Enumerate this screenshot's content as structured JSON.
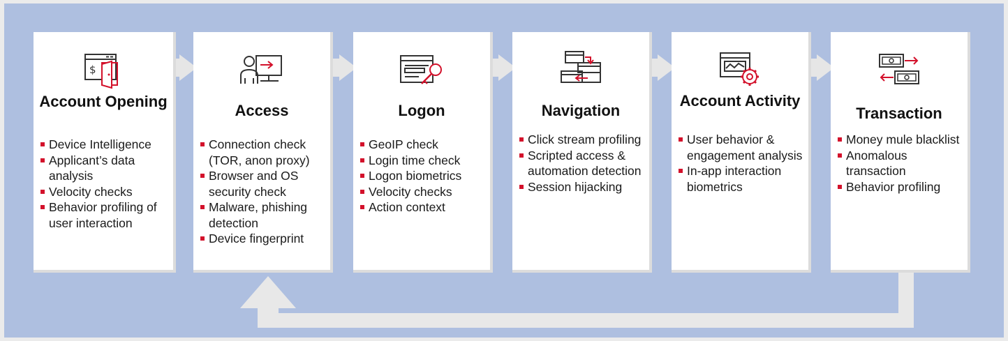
{
  "colors": {
    "background": "#aebfe0",
    "card": "#ffffff",
    "accent": "#d3112b",
    "arrow": "#e8e8e8",
    "text": "#111111"
  },
  "steps": [
    {
      "icon": "door-account-opening-icon",
      "title": "Account Opening",
      "bullets": [
        "Device Intelligence",
        "Applicant’s data analysis",
        "Velocity checks",
        "Behavior profiling of user interaction"
      ]
    },
    {
      "icon": "user-computer-access-icon",
      "title": "Access",
      "bullets": [
        "Connection check (TOR, anon proxy)",
        "Browser and OS security check",
        "Malware, phishing detection",
        "Device fingerprint"
      ]
    },
    {
      "icon": "login-key-icon",
      "title": "Logon",
      "bullets": [
        "GeoIP check",
        "Login time check",
        "Logon biometrics",
        "Velocity checks",
        "Action context"
      ]
    },
    {
      "icon": "windows-navigation-icon",
      "title": "Navigation",
      "bullets": [
        "Click stream profiling",
        "Scripted access & automation detection",
        "Session hijacking"
      ]
    },
    {
      "icon": "browser-gear-activity-icon",
      "title": "Account Activity",
      "bullets": [
        "User behavior & engagement analysis",
        "In-app interaction biometrics"
      ]
    },
    {
      "icon": "money-exchange-icon",
      "title": "Transaction",
      "bullets": [
        "Money mule blacklist",
        "Anomalous transaction",
        "Behavior profiling"
      ]
    }
  ]
}
